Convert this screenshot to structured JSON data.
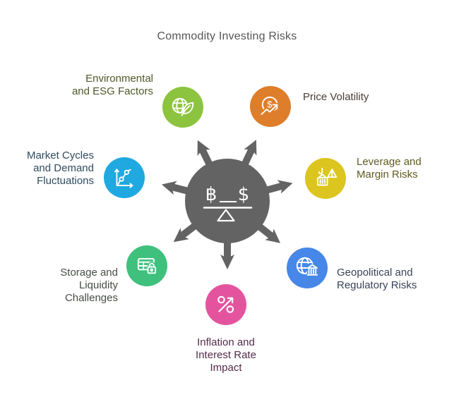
{
  "title": "Commodity Investing Risks",
  "hub": {
    "color": "#636363",
    "center_icon": "balance-scale-icon",
    "left_symbol": "฿",
    "right_symbol": "$"
  },
  "nodes": [
    {
      "id": "environmental-esg-factors",
      "label": "Environmental\nand ESG Factors",
      "color": "#8CC43F",
      "text_color": "#4D5827",
      "icon": "globe-leaf-icon"
    },
    {
      "id": "price-volatility",
      "label": "Price Volatility",
      "color": "#DE7E2B",
      "text_color": "#493E36",
      "icon": "dollar-trend-icon"
    },
    {
      "id": "market-cycles-demand-fluctuations",
      "label": "Market Cycles\nand Demand\nFluctuations",
      "color": "#20A9E0",
      "text_color": "#2E4B5E",
      "icon": "growth-chart-icon"
    },
    {
      "id": "leverage-margin-risks",
      "label": "Leverage and\nMargin Risks",
      "color": "#DCC51E",
      "text_color": "#605A1F",
      "icon": "crane-warning-icon"
    },
    {
      "id": "storage-liquidity-challenges",
      "label": "Storage and\nLiquidity\nChallenges",
      "color": "#3FC07D",
      "text_color": "#454C44",
      "icon": "storage-lock-icon"
    },
    {
      "id": "geopolitical-regulatory-risks",
      "label": "Geopolitical and\nRegulatory Risks",
      "color": "#4687E8",
      "text_color": "#394457",
      "icon": "globe-bank-icon"
    },
    {
      "id": "inflation-interest-rate-impact",
      "label": "Inflation and\nInterest Rate\nImpact",
      "color": "#E4549E",
      "text_color": "#522B49",
      "icon": "percent-arrow-icon"
    }
  ]
}
